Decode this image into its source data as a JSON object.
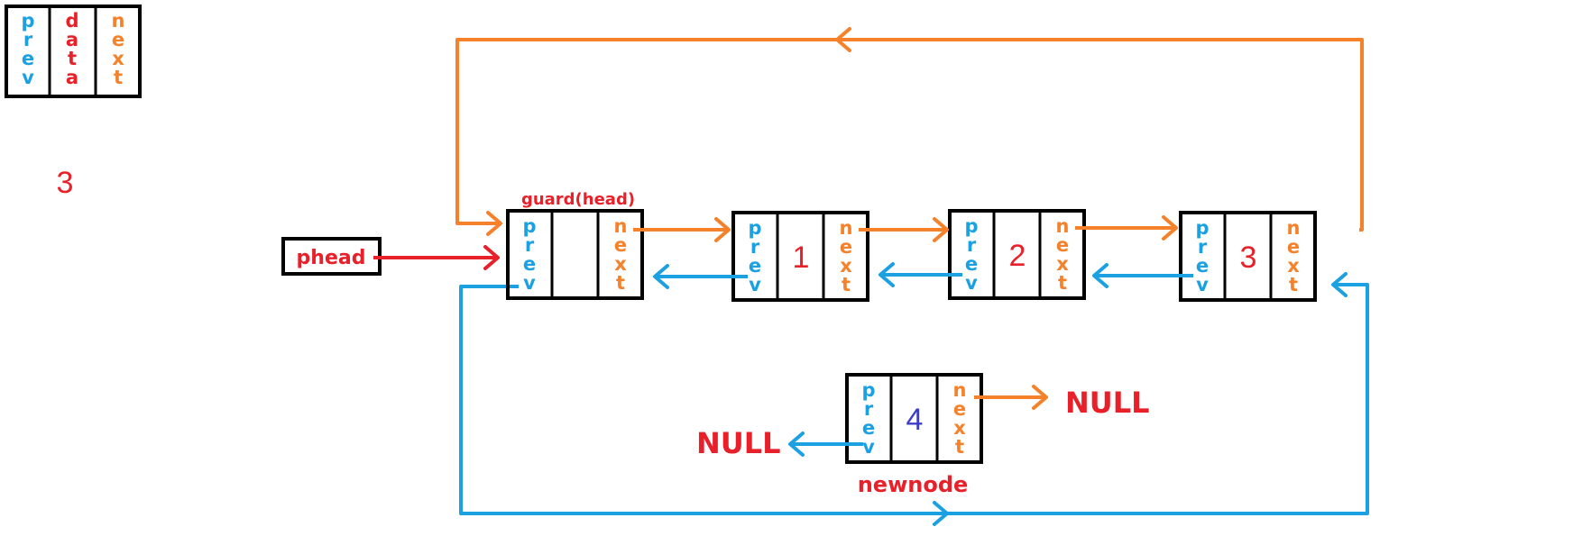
{
  "colors": {
    "prev": "#1ba1e2",
    "next": "#f5822a",
    "data": "#e8202a",
    "newnode_data": "#3c3cc8",
    "border": "#000000",
    "background": "#ffffff"
  },
  "legend": {
    "prev": "prev",
    "data": "data",
    "next": "next"
  },
  "count_label": "3",
  "head_pointer_label": "phead",
  "guard_label": "guard(head)",
  "nodes": [
    {
      "data": ""
    },
    {
      "data": "1"
    },
    {
      "data": "2"
    },
    {
      "data": "3"
    }
  ],
  "newnode": {
    "label": "newnode",
    "data": "4",
    "prev_target": "NULL",
    "next_target": "NULL"
  },
  "field_labels": {
    "prev": "prev",
    "next": "next"
  }
}
